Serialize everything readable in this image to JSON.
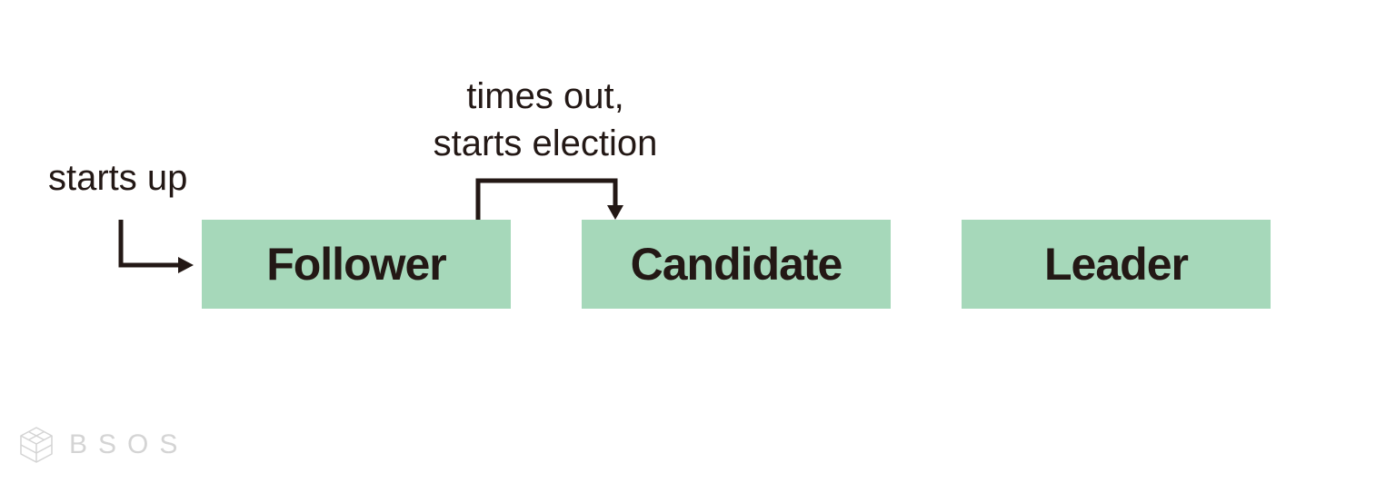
{
  "states": {
    "follower": "Follower",
    "candidate": "Candidate",
    "leader": "Leader"
  },
  "annotations": {
    "starts_up": "starts up",
    "timeout_line1": "times out,",
    "timeout_line2": "starts election"
  },
  "watermark": {
    "text": "BSOS",
    "icon": "stacked-cube-logo-icon"
  },
  "colors": {
    "box_fill": "#a6d8ba",
    "text": "#231815",
    "watermark": "#d4d4d4"
  }
}
